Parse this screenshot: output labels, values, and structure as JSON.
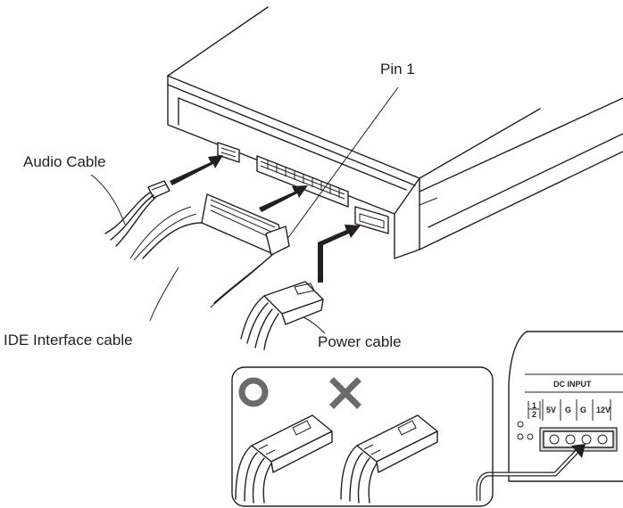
{
  "labels": {
    "pin1": "Pin 1",
    "audio_cable": "Audio Cable",
    "ide_cable": "IDE Interface cable",
    "power_cable": "Power cable"
  },
  "inset": {
    "correct_mark": "O",
    "wrong_mark": "✕",
    "dc_input": "DC INPUT",
    "pin_labels": [
      "5V",
      "G",
      "G",
      "12V"
    ],
    "jumper_top": "1",
    "jumper_bottom": "2"
  },
  "colors": {
    "line": "#231f20",
    "correct_mark": "#6b6b6b",
    "wrong_mark": "#6b6b6b",
    "background": "#ffffff"
  },
  "icons": {
    "correct": "circle-mark-icon",
    "wrong": "cross-mark-icon"
  }
}
